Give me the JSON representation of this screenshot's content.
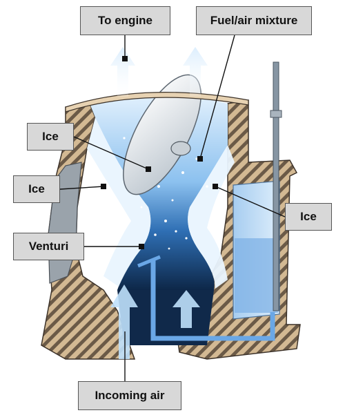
{
  "labels": {
    "to_engine": "To engine",
    "fuel_air_mixture": "Fuel/air mixture",
    "ice_throttle": "Ice",
    "ice_wall": "Ice",
    "venturi": "Venturi",
    "ice_right": "Ice",
    "incoming_air": "Incoming air"
  },
  "colors": {
    "ice_blue": "#cfe6fb",
    "deep_blue": "#12305a",
    "body_tan": "#d3b993",
    "hatch": "#6b5a47",
    "fuel_line": "#6aa7e6",
    "label_box": "#d8d8d8"
  }
}
